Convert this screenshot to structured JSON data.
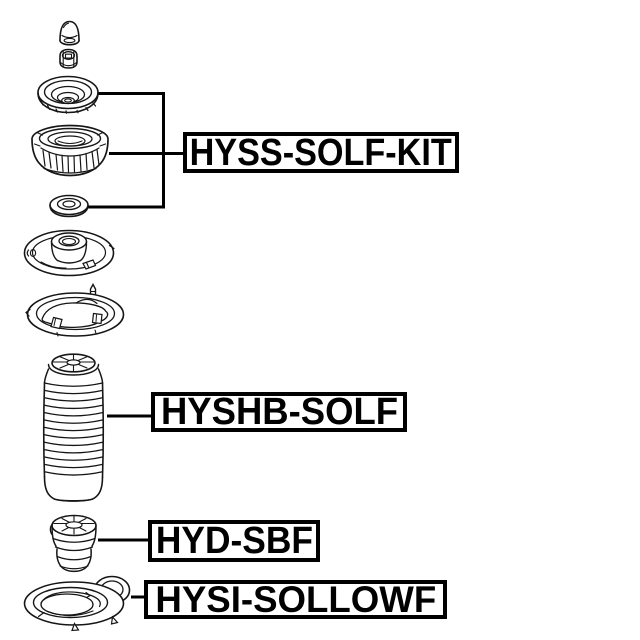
{
  "diagram": {
    "background_color": "#ffffff",
    "line_color": "#000000",
    "label_border_color": "#000000",
    "label_text_color": "#000000",
    "labels": [
      {
        "id": "kit",
        "text": "HYSS-SOLF-KIT"
      },
      {
        "id": "boot",
        "text": "HYSHB-SOLF"
      },
      {
        "id": "bump",
        "text": "HYD-SBF"
      },
      {
        "id": "seat",
        "text": "HYSI-SOLLOWF"
      }
    ],
    "icons": [
      {
        "name": "bump-cap-icon"
      },
      {
        "name": "nut-icon"
      },
      {
        "name": "bearing-icon"
      },
      {
        "name": "strut-mount-icon"
      },
      {
        "name": "washer-icon"
      },
      {
        "name": "upper-spring-seat-icon"
      },
      {
        "name": "spring-seat-plate-icon"
      },
      {
        "name": "dust-boot-icon"
      },
      {
        "name": "bump-stop-icon"
      },
      {
        "name": "lower-spring-seat-icon"
      }
    ]
  }
}
